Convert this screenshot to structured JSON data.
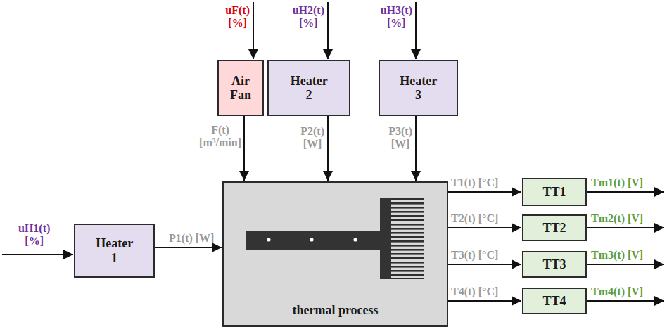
{
  "diagram": {
    "nodes": [
      {
        "text": [
          "Air Fan"
        ]
      },
      {
        "text": [
          "Heater 2"
        ]
      },
      {
        "text": [
          "Heater 3"
        ]
      },
      {
        "text": [
          "Heater 1"
        ]
      },
      {
        "text": [
          "thermal process"
        ]
      },
      {
        "text": [
          "TT1"
        ]
      },
      {
        "text": [
          "TT2"
        ]
      },
      {
        "text": [
          "TT3"
        ]
      },
      {
        "text": [
          "TT4"
        ]
      }
    ],
    "edges": [
      {
        "from": 0,
        "to": 4,
        "arrow": "to",
        "label": "F(t) [m³/min]"
      },
      {
        "from": 1,
        "to": 4,
        "arrow": "to",
        "label": "P2(t) [W]"
      },
      {
        "from": 2,
        "to": 4,
        "arrow": "to",
        "label": "P3(t) [W]"
      },
      {
        "from": 3,
        "to": 4,
        "arrow": "to",
        "label": "P1(t) [W]"
      },
      {
        "from": 4,
        "to": 5,
        "arrow": "to",
        "label": "T1(t) [°C]"
      },
      {
        "from": 4,
        "to": 6,
        "arrow": "to",
        "label": "T2(t) [°C]"
      },
      {
        "from": 4,
        "to": 7,
        "arrow": "to",
        "label": "T3(t) [°C]"
      },
      {
        "from": 4,
        "to": 8,
        "arrow": "to",
        "label": "T4(t) [°C]"
      }
    ],
    "labels": [
      "uF(t) [%]",
      "uH2(t) [%]",
      "uH3(t) [%]",
      "uH1(t) [%]",
      "Tm1(t) [V]",
      "Tm2(t) [V]",
      "Tm3(t) [V]",
      "Tm4(t) [V]"
    ]
  }
}
